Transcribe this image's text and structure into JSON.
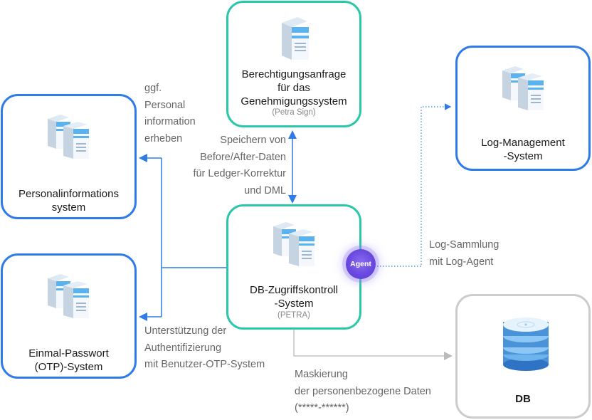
{
  "nodes": {
    "sign": {
      "title": "Berechtigungsanfrage\nfür das\nGenehmigungssystem",
      "sub": "(Petra Sign)"
    },
    "log": {
      "title": "Log-Management\n-System"
    },
    "personal": {
      "title": "Personalinformations\nsystem"
    },
    "otp": {
      "title": "Einmal-Passwort\n(OTP)-System"
    },
    "petra": {
      "title": "DB-Zugriffskontroll\n-System",
      "sub": "(PETRA)"
    },
    "db": {
      "title": "DB"
    }
  },
  "agent": "Agent",
  "labels": {
    "personal_collect": "ggf.\nPersonal\ninformation\nerheben",
    "ledger": "Speichern von\nBefore/After-Daten\nfür Ledger-Korrektur\nund DML",
    "log_collect": "Log-Sammlung\nmit Log-Agent",
    "otp_support": "Unterstützung der\nAuthentifizierung\nmit Benutzer-OTP-System",
    "masking": "Maskierung\nder personenbezogene Daten\n(*****-******)"
  },
  "colors": {
    "blue": "#2f7be8",
    "teal": "#2ac7a8",
    "grey": "#cccccc",
    "agent": "#6a49e0"
  }
}
